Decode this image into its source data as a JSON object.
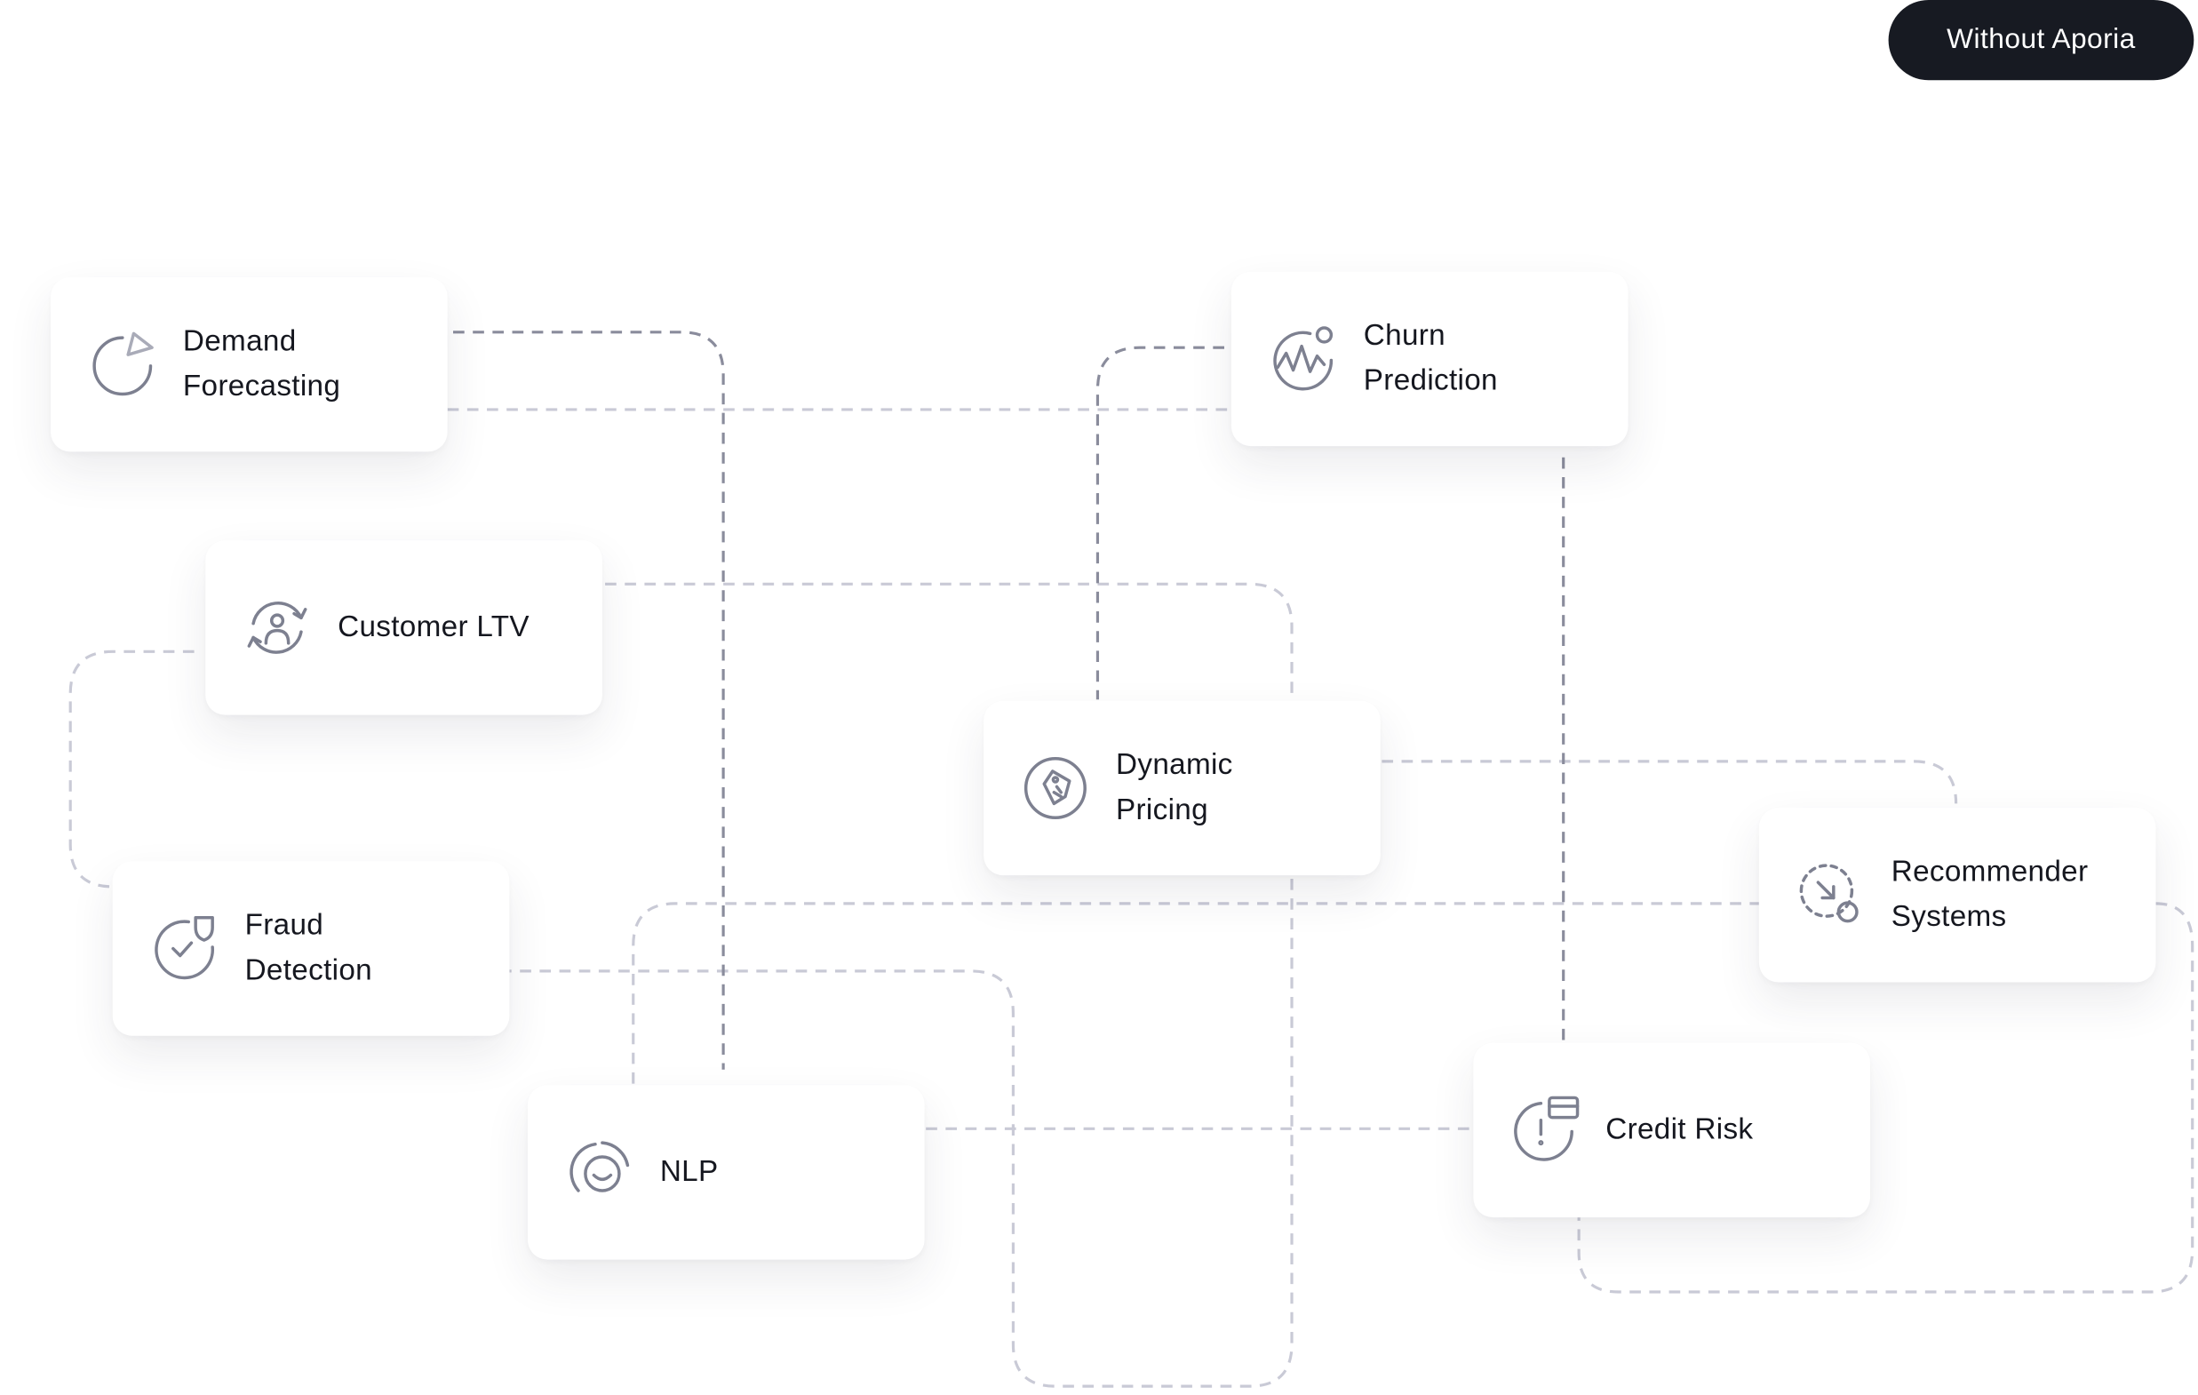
{
  "mode_button": {
    "label": "Without Aporia"
  },
  "cards": {
    "demand_forecasting": {
      "label": "Demand\nForecasting",
      "icon": "pie-chart-icon"
    },
    "churn_prediction": {
      "label": "Churn\nPrediction",
      "icon": "wave-chart-icon"
    },
    "customer_ltv": {
      "label": "Customer LTV",
      "icon": "user-cycle-icon"
    },
    "dynamic_pricing": {
      "label": "Dynamic\nPricing",
      "icon": "price-tag-icon"
    },
    "recommender_systems": {
      "label": "Recommender\nSystems",
      "icon": "target-arrow-icon"
    },
    "fraud_detection": {
      "label": "Fraud\nDetection",
      "icon": "shield-check-icon"
    },
    "nlp": {
      "label": "NLP",
      "icon": "speech-face-icon"
    },
    "credit_risk": {
      "label": "Credit Risk",
      "icon": "credit-card-alert-icon"
    }
  },
  "colors": {
    "icon_stroke": "#7d8090",
    "connector_dark": "#8a8c9c",
    "connector_light": "#c9cad6",
    "button_bg": "#171a22"
  }
}
